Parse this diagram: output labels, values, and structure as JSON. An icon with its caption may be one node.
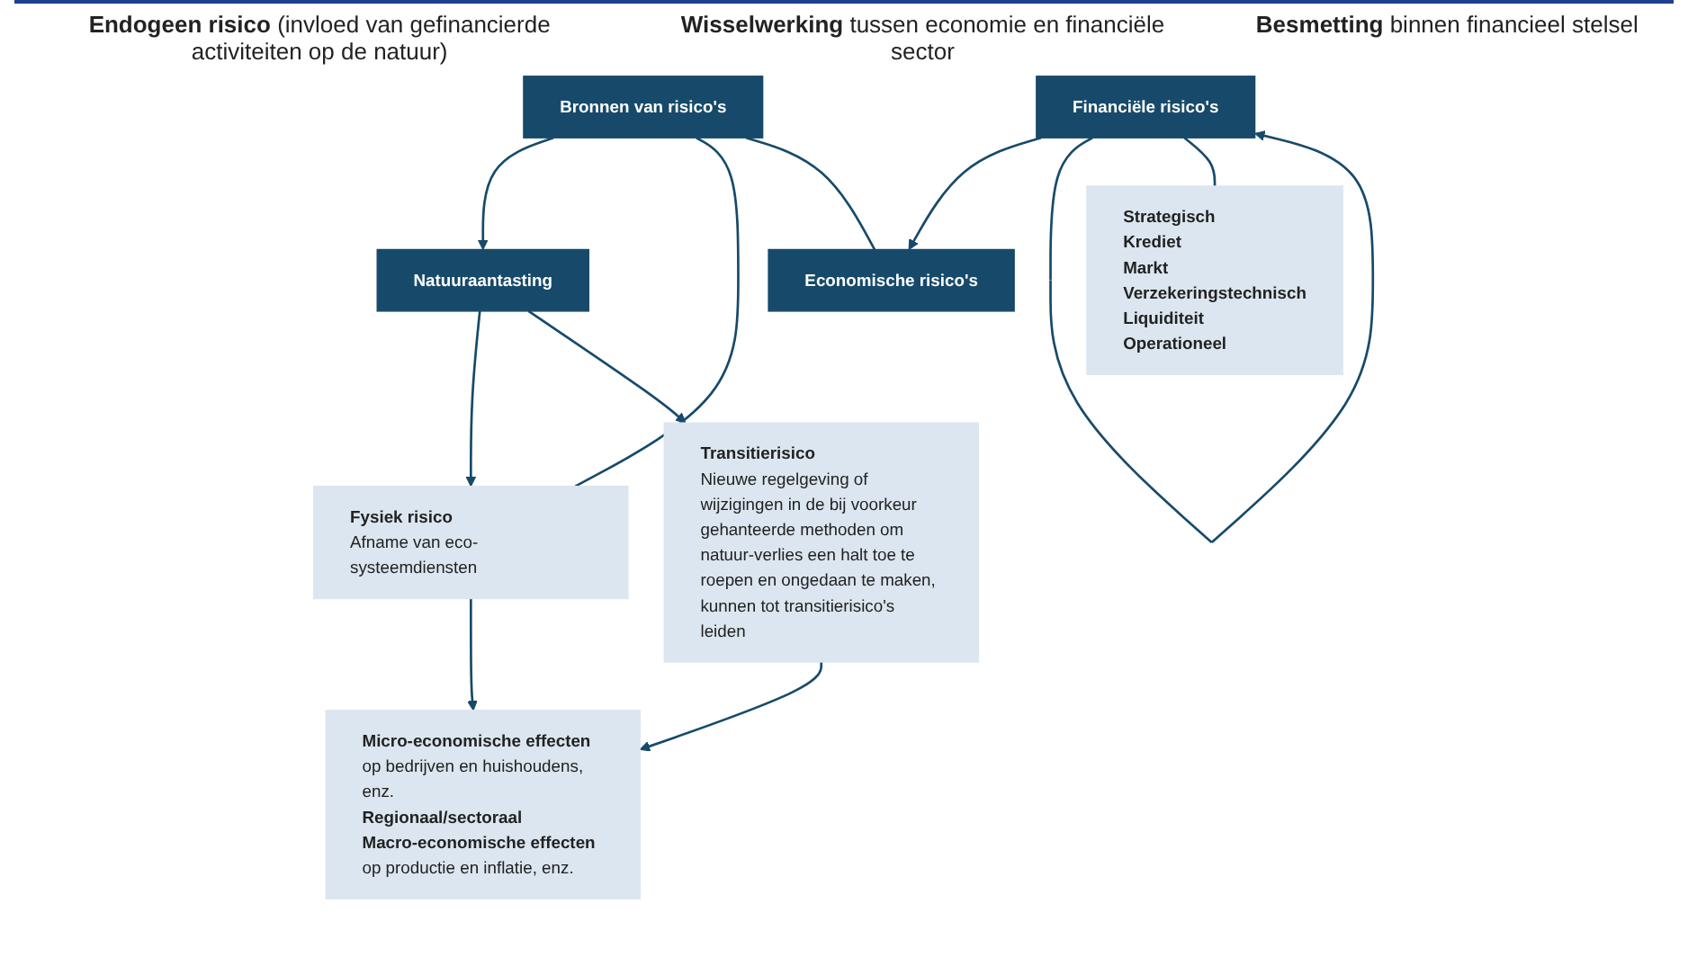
{
  "diagram": {
    "nodes": [
      {
        "text": [
          "Natuuraantasting"
        ]
      },
      {
        "text": [
          "Bronnen van risico's"
        ]
      },
      {
        "text": [
          "Economische risico's"
        ]
      },
      {
        "text": [
          "Financiële risico's"
        ]
      },
      {
        "text": [
          "Fysiek risico",
          "Afname van eco-systeemdiensten"
        ]
      },
      {
        "text": [
          "Transitierisico",
          "Nieuwe regelgeving of wijzigingen in de bij voorkeur gehanteerde methoden om natuur-verlies een halt toe te roepen en ongedaan te maken, kunnen tot transitierisico's leiden"
        ]
      },
      {
        "text": [
          "**Micro-economische effecten** op bedrijven en huishoudens, enz.",
          "**Regionaal/sectoraal**",
          "**Macro-economische effecten** op productie en inflatie, enz."
        ]
      },
      {
        "text": [
          "Strategisch",
          "Krediet",
          "Markt",
          "Verzekeringstechnisch",
          "Liquiditeit",
          "Operationeel"
        ]
      }
    ],
    "edges": [
      {
        "from": 1,
        "to": 0,
        "arrow": "to"
      },
      {
        "from": 0,
        "to": 4,
        "arrow": "to"
      },
      {
        "from": 0,
        "to": 5,
        "arrow": "to"
      },
      {
        "from": 1,
        "to": 4,
        "arrow": "none"
      },
      {
        "from": 4,
        "to": 6,
        "arrow": "to"
      },
      {
        "from": 5,
        "to": 6,
        "arrow": "to"
      },
      {
        "from": 1,
        "to": 2,
        "arrow": "none"
      },
      {
        "from": 3,
        "to": 2,
        "arrow": "to"
      },
      {
        "from": 3,
        "to": 3,
        "arrow": "to"
      },
      {
        "from": 3,
        "to": 7,
        "arrow": "none"
      }
    ],
    "labels": [
      "**Endogeen risico** (invloed van gefinancierde activiteiten op de natuur)",
      "**Wisselwerking** tussen economie en financiële sector",
      "**Besmetting** binnen financieel stelsel"
    ]
  }
}
